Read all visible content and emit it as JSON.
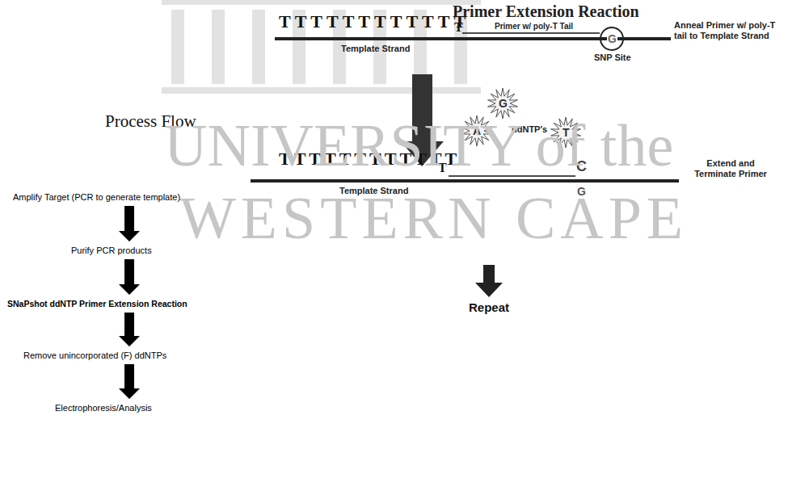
{
  "diagram": {
    "title": "Primer Extension Reaction",
    "nodes": [
      {
        "text": [
          "Amplify Target (PCR to generate template)"
        ]
      },
      {
        "text": [
          "Purify PCR products"
        ]
      },
      {
        "text": [
          "SNaPshot ddNTP Primer Extension Reaction"
        ]
      },
      {
        "text": [
          "Remove unincorporated (F) ddNTPs"
        ]
      },
      {
        "text": [
          "Electrophoresis/Analysis"
        ]
      }
    ],
    "edges": [
      {
        "from": 0,
        "to": 1,
        "arrow": "to"
      },
      {
        "from": 1,
        "to": 2,
        "arrow": "to"
      },
      {
        "from": 2,
        "to": 3,
        "arrow": "to"
      },
      {
        "from": 3,
        "to": 4,
        "arrow": "to"
      }
    ],
    "labels": [
      "Process Flow",
      "TTTTTTTTTTTT",
      "T",
      "Primer w/ poly-T Tail",
      "Template Strand",
      "G",
      "SNP Site",
      "Anneal Primer w/ poly-T tail to Template Strand",
      "G",
      "A",
      "ddNTP's",
      "T",
      "TTTTTTTTTTTT",
      "T",
      "C",
      "G",
      "Template Strand",
      "Extend and Terminate Primer",
      "Repeat",
      "UNIVERSITY of the",
      "WESTERN CAPE"
    ]
  }
}
